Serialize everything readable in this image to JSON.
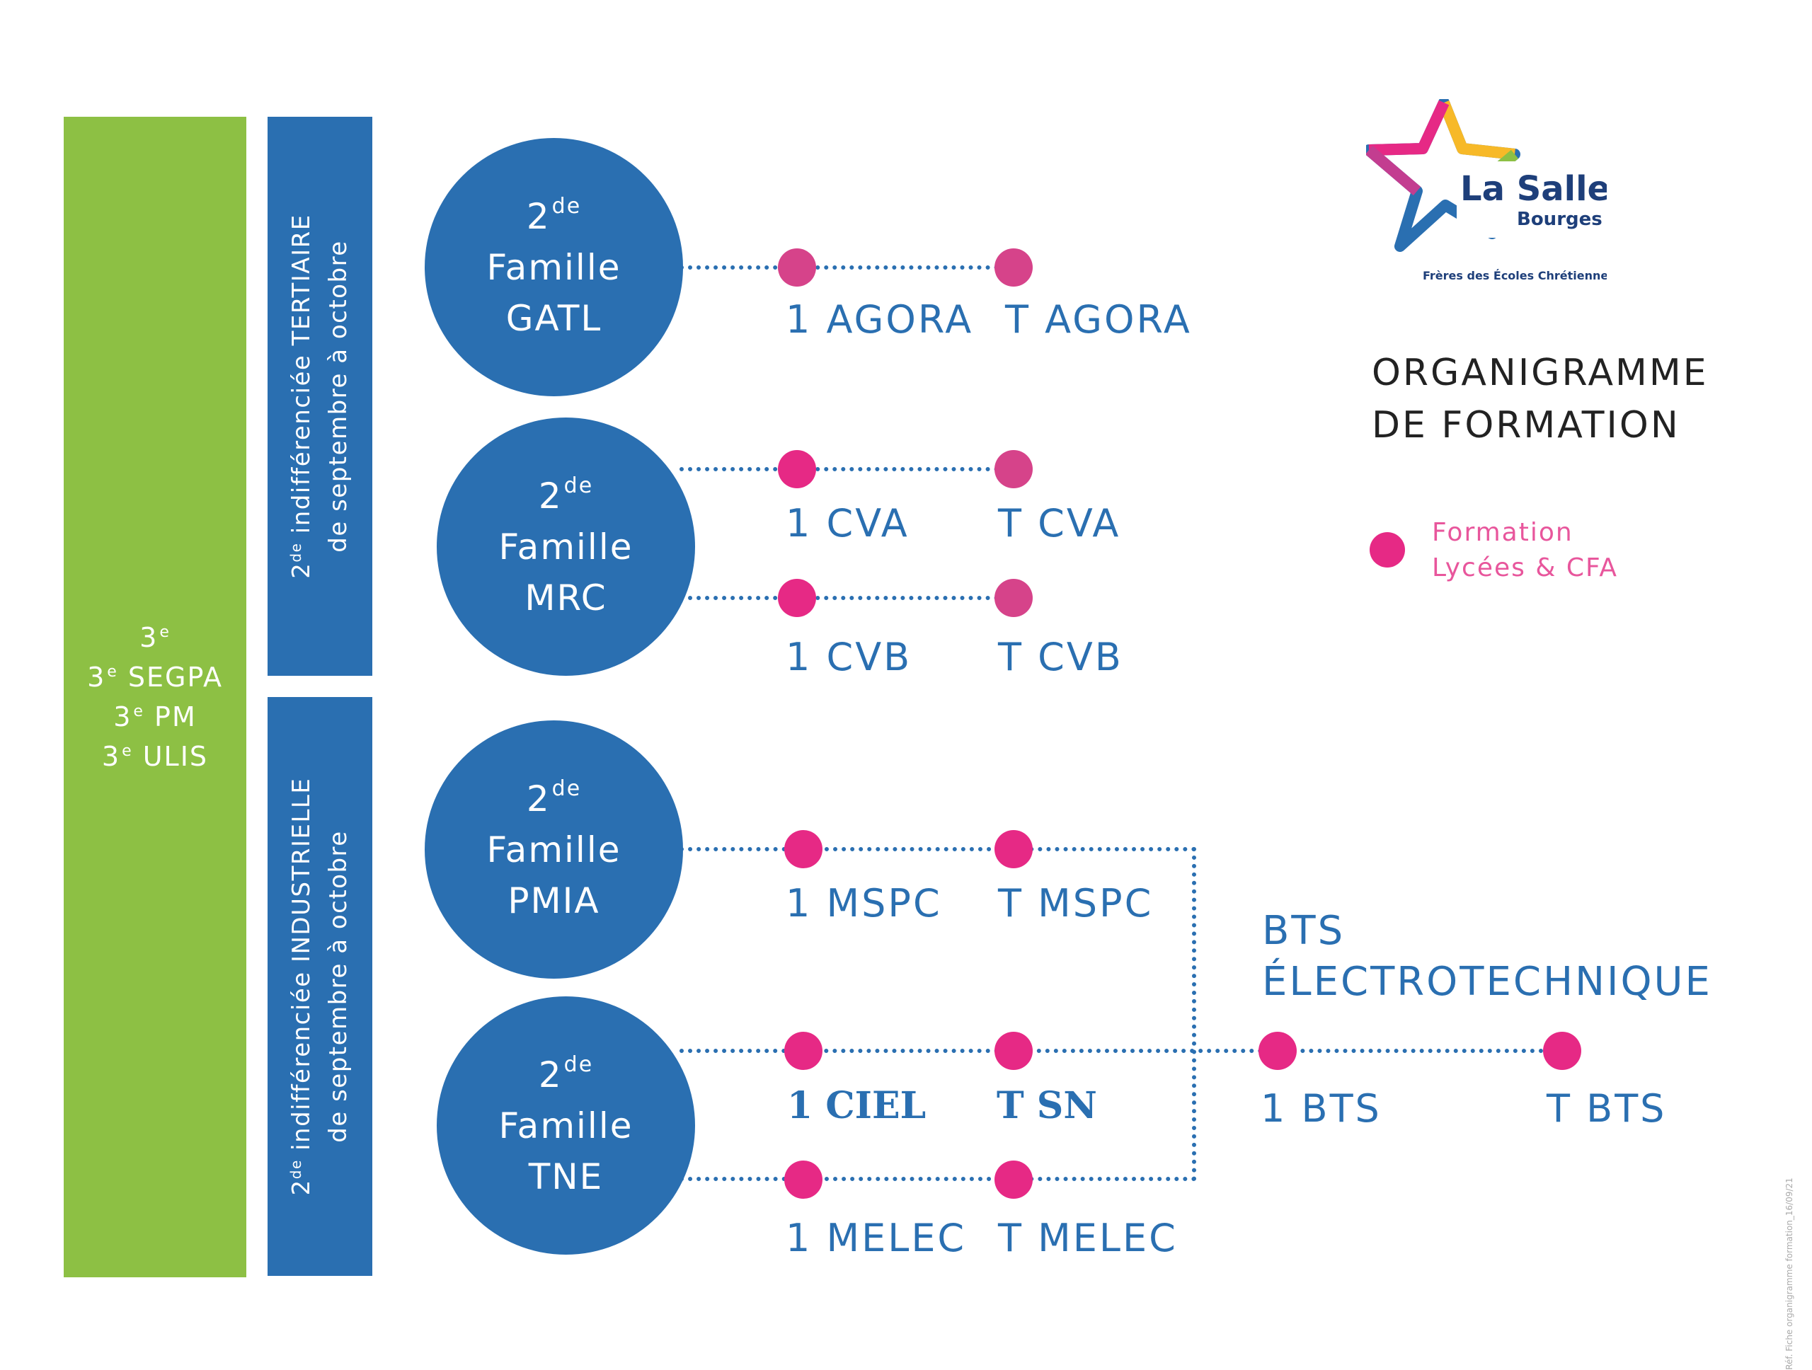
{
  "left_column": {
    "lines": [
      {
        "base": "3",
        "sup": "e",
        "rest": ""
      },
      {
        "base": "3",
        "sup": "e",
        "rest": " SEGPA"
      },
      {
        "base": "3",
        "sup": "e",
        "rest": " PM"
      },
      {
        "base": "3",
        "sup": "e",
        "rest": " ULIS"
      }
    ]
  },
  "tertiaire_bar": {
    "pre": "2",
    "sup": "de",
    "line1": " indifférenciée TERTIAIRE",
    "line2": "de septembre à octobre"
  },
  "industrielle_bar": {
    "pre": "2",
    "sup": "de",
    "line1": " indifférenciée INDUSTRIELLE",
    "line2": "de septembre à octobre"
  },
  "familles": [
    {
      "num": "2",
      "sup": "de",
      "word": "Famille",
      "code": "GATL"
    },
    {
      "num": "2",
      "sup": "de",
      "word": "Famille",
      "code": "MRC"
    },
    {
      "num": "2",
      "sup": "de",
      "word": "Famille",
      "code": "PMIA"
    },
    {
      "num": "2",
      "sup": "de",
      "word": "Famille",
      "code": "TNE"
    }
  ],
  "formations": {
    "agora_1": "1 AGORA",
    "agora_t": "T AGORA",
    "cva_1": "1 CVA",
    "cva_t": "T CVA",
    "cvb_1": "1 CVB",
    "cvb_t": "T CVB",
    "mspc_1": "1 MSPC",
    "mspc_t": "T MSPC",
    "ciel_1": "1 CIEL",
    "sn_t": "T SN",
    "melec_1": "1 MELEC",
    "melec_t": "T MELEC",
    "bts_1": "1 BTS",
    "bts_t": "T BTS"
  },
  "bts": {
    "line1": "BTS",
    "line2": "ÉLECTROTECHNIQUE"
  },
  "title": {
    "line1": "ORGANIGRAMME",
    "line2": "DE FORMATION"
  },
  "legend": {
    "line1": "Formation",
    "line2": "Lycées & CFA"
  },
  "logo": {
    "name": "La Salle",
    "city": "Bourges",
    "tagline": "Frères des Écoles Chrétiennes"
  },
  "reference": "Réf. Fiche organigramme formation_16/09/21",
  "colors": {
    "green": "#8dc044",
    "blue": "#2a6fb1",
    "pink": "#e62985",
    "legend_pink": "#e8569c"
  }
}
